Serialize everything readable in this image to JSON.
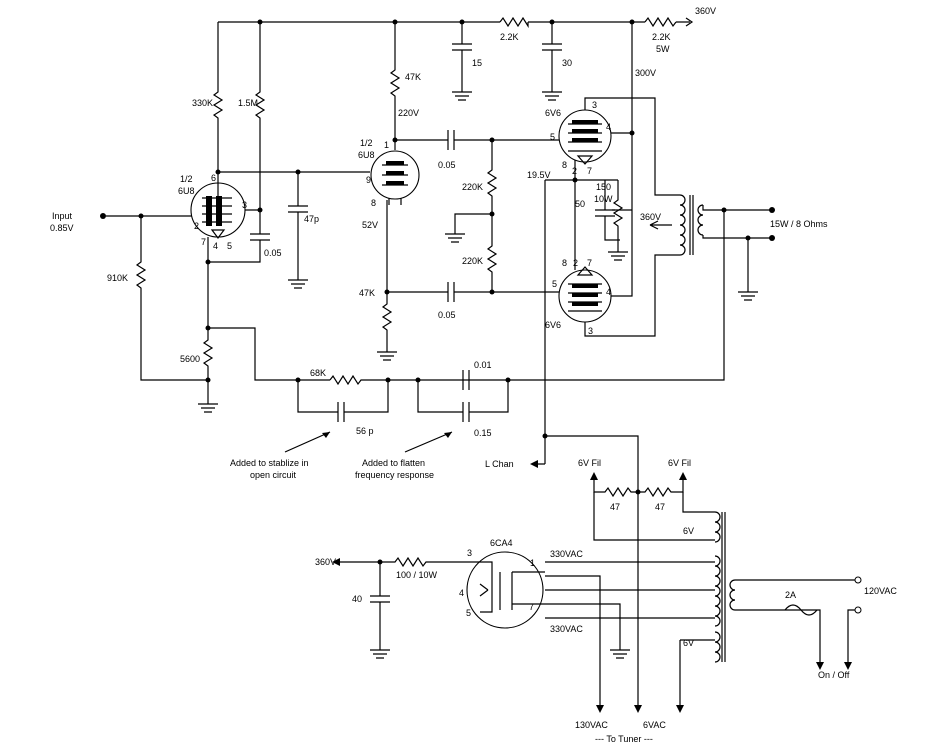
{
  "labels": {
    "v360_top": "360V",
    "r_top1": "2.2K",
    "r_top2": "2.2K",
    "r_top2_watt": "5W",
    "c15": "15",
    "c30": "30",
    "v300": "300V",
    "r47k_top": "47K",
    "v220": "220V",
    "r330k": "330K",
    "r1_5m": "1.5M",
    "half1": "1/2",
    "tube6u8_1": "6U8",
    "half2": "1/2",
    "tube6u8_2": "6U8",
    "input": "Input",
    "input_v": "0.85V",
    "c47p": "47p",
    "c005_a": "0.05",
    "c005_b": "0.05",
    "c005_c": "0.05",
    "r910k": "910K",
    "r220k_a": "220K",
    "r220k_b": "220K",
    "v52": "52V",
    "r47k_bot": "47K",
    "v19_5": "19.5V",
    "r150": "150",
    "r150_w": "10W",
    "c50": "50",
    "v360_ot": "360V",
    "speaker": "15W / 8 Ohms",
    "tube6v6_top": "6V6",
    "tube6v6_bot": "6V6",
    "r5600": "5600",
    "r68k": "68K",
    "c56p": "56 p",
    "c001": "0.01",
    "c015": "0.15",
    "note_stab": "Added to stablize in",
    "note_stab2": "open circuit",
    "note_flat": "Added to flatten",
    "note_flat2": "frequency response",
    "lchan": "L Chan",
    "fil_left": "6V Fil",
    "fil_right": "6V Fil",
    "r47_a": "47",
    "r47_b": "47",
    "v6_a": "6V",
    "v6_b": "6V",
    "v360_ps": "360V",
    "r100": "100 / 10W",
    "c40": "40",
    "tube6ca4": "6CA4",
    "vac330_a": "330VAC",
    "vac330_b": "330VAC",
    "fuse": "2A",
    "v120": "120VAC",
    "onoff": "On / Off",
    "vac130": "130VAC",
    "vac6": "6VAC",
    "to_tuner": "---  To Tuner  ---",
    "pin3": "3",
    "pin4": "4",
    "pin5": "5",
    "pin6": "6",
    "pin7": "7",
    "pin2": "2",
    "pin1": "1",
    "pin8": "8",
    "pin9": "9"
  }
}
